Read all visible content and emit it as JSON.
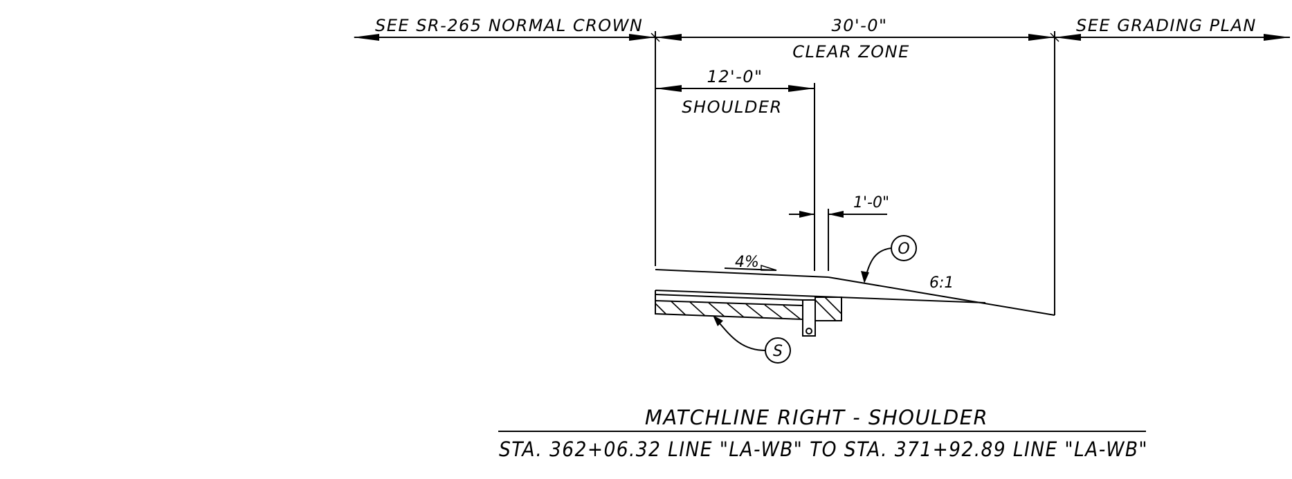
{
  "labels": {
    "left_reference": "SEE SR-265 NORMAL CROWN",
    "clear_zone_dimension": "30'-0\"",
    "clear_zone_label": "CLEAR ZONE",
    "right_reference": "SEE GRADING PLAN",
    "shoulder_dimension": "12'-0\"",
    "shoulder_label": "SHOULDER",
    "offset_dimension": "1'-0\"",
    "shoulder_slope": "4%",
    "side_slope": "6:1",
    "callout_o": "O",
    "callout_s": "S"
  },
  "title": {
    "main": "MATCHLINE RIGHT - SHOULDER",
    "stations": "STA. 362+06.32 LINE \"LA-WB\" TO STA. 371+92.89 LINE \"LA-WB\""
  }
}
